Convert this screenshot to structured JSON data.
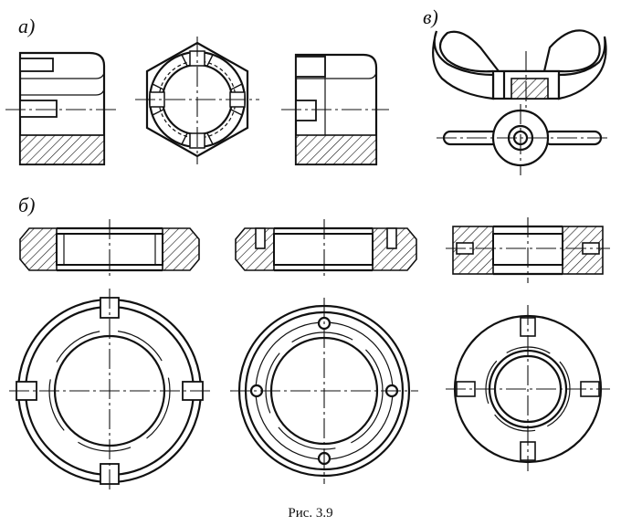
{
  "labels": {
    "view_a": "а)",
    "view_b": "б)",
    "view_v": "в)"
  },
  "caption": "Рис. 3.9"
}
